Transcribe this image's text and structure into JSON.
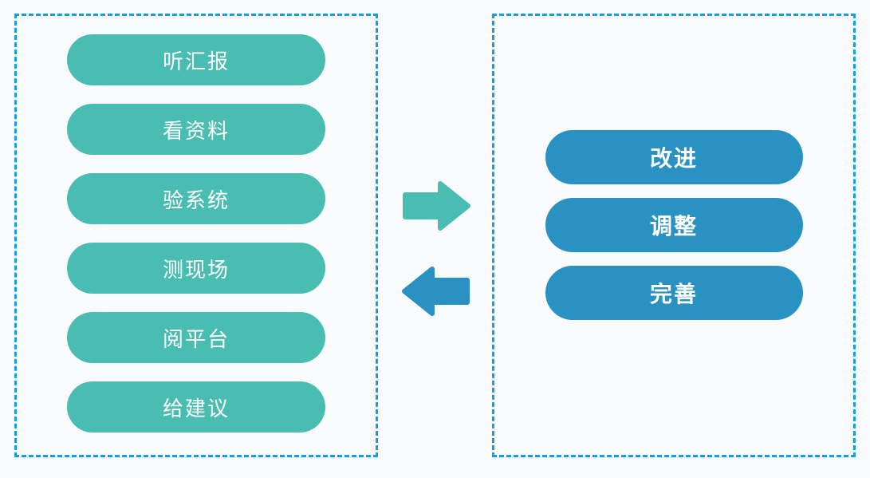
{
  "colors": {
    "background": "#fafbfd",
    "teal": "#4abdb2",
    "blue": "#2a92c3",
    "dash": "#14a0e0",
    "text": "#ffffff"
  },
  "left_panel": {
    "items": [
      {
        "label": "听汇报"
      },
      {
        "label": "看资料"
      },
      {
        "label": "验系统"
      },
      {
        "label": "测现场"
      },
      {
        "label": "阅平台"
      },
      {
        "label": "给建议"
      }
    ]
  },
  "right_panel": {
    "items": [
      {
        "label": "改进"
      },
      {
        "label": "调整"
      },
      {
        "label": "完善"
      }
    ]
  },
  "arrows": [
    {
      "name": "forward",
      "direction": "right"
    },
    {
      "name": "feedback",
      "direction": "left"
    }
  ]
}
